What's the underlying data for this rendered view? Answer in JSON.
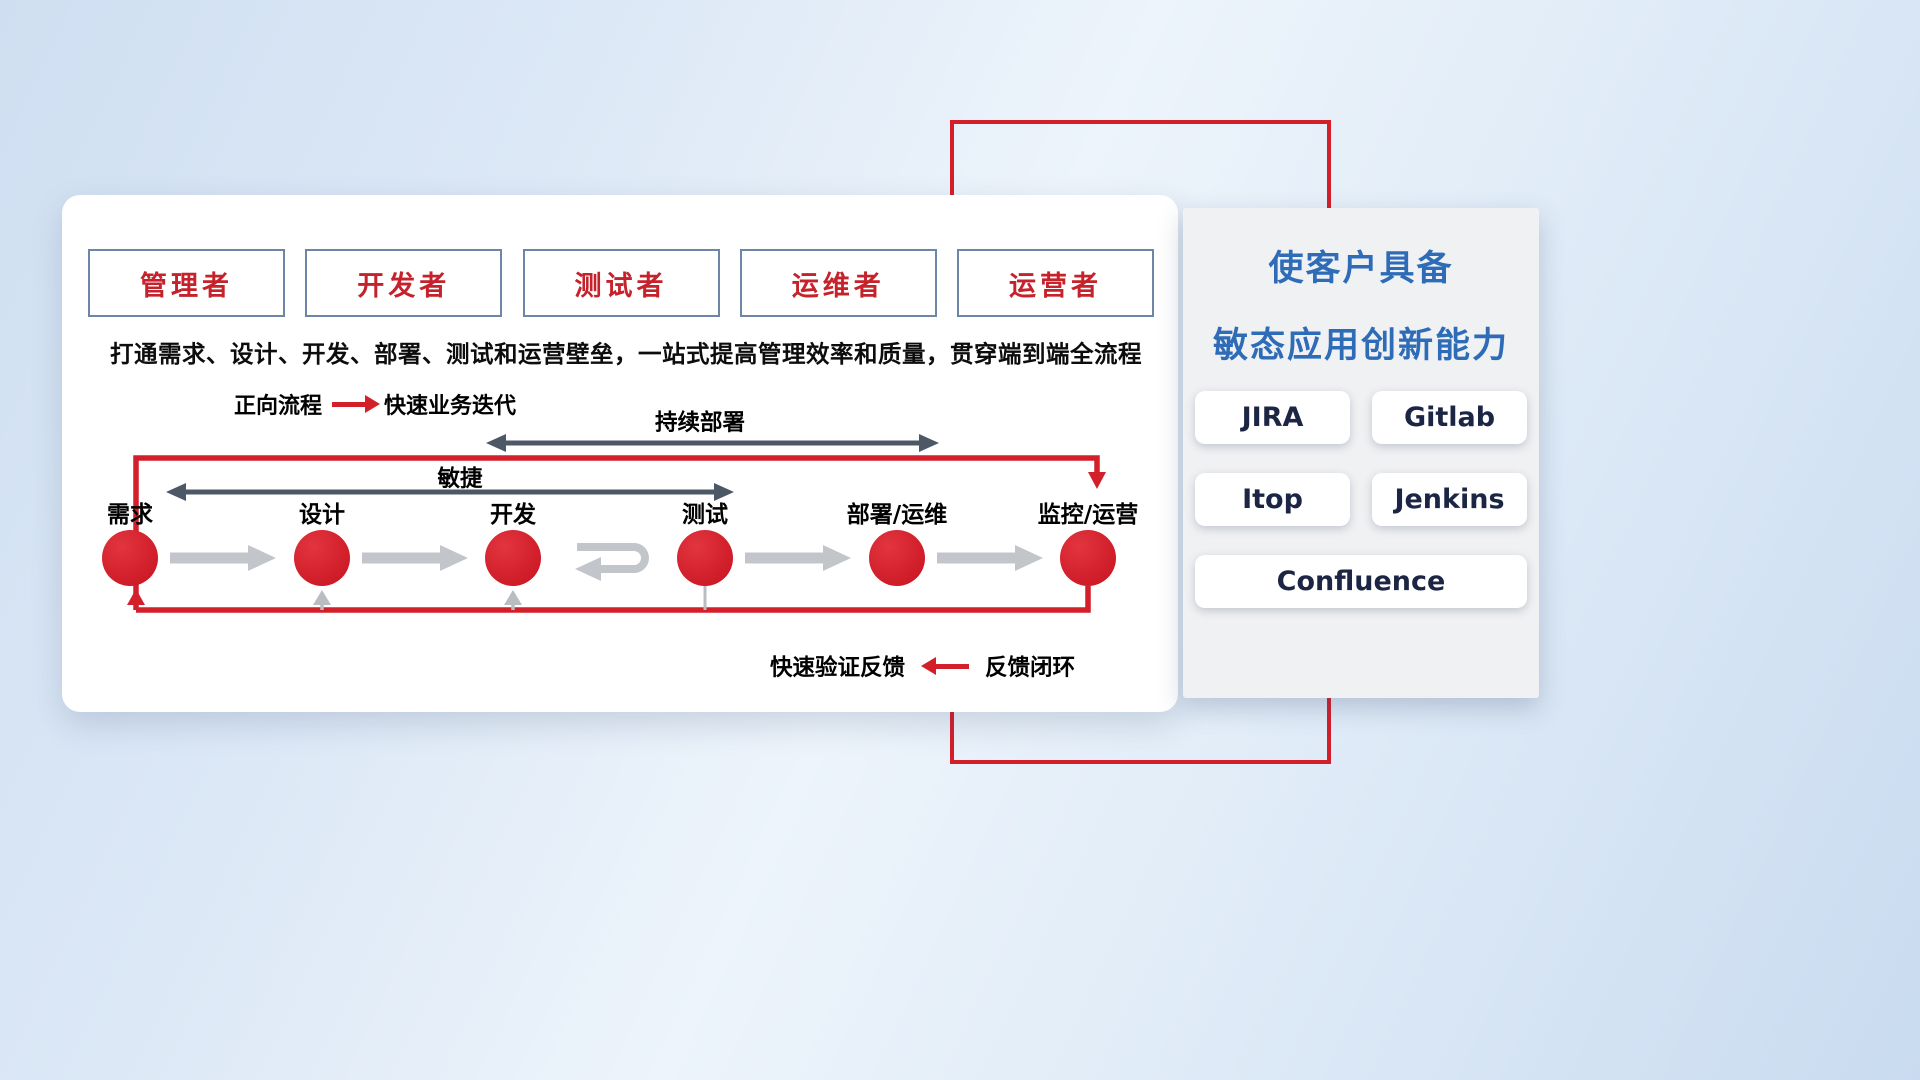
{
  "roles": [
    "管理者",
    "开发者",
    "测试者",
    "运维者",
    "运营者"
  ],
  "description": "打通需求、设计、开发、部署、测试和运营壁垒，一站式提高管理效率和质量，贯穿端到端全流程",
  "legends": {
    "forward_label": "正向流程",
    "forward_value": "快速业务迭代",
    "feedback_label": "快速验证反馈",
    "feedback_value": "反馈闭环"
  },
  "flow": {
    "agile": "敏捷",
    "continuous_deploy": "持续部署",
    "stages": [
      "需求",
      "设计",
      "开发",
      "测试",
      "部署/运维",
      "监控/运营"
    ]
  },
  "side_panel": {
    "title_line1": "使客户具备",
    "title_line2": "敏态应用创新能力",
    "tools": [
      "JIRA",
      "Gitlab",
      "Itop",
      "Jenkins",
      "Confluence"
    ]
  },
  "colors": {
    "red": "#d31f2a",
    "title_blue": "#2e6cb8",
    "dark_arrow": "#4d5866",
    "gray_arrow": "#c2c6cb"
  }
}
